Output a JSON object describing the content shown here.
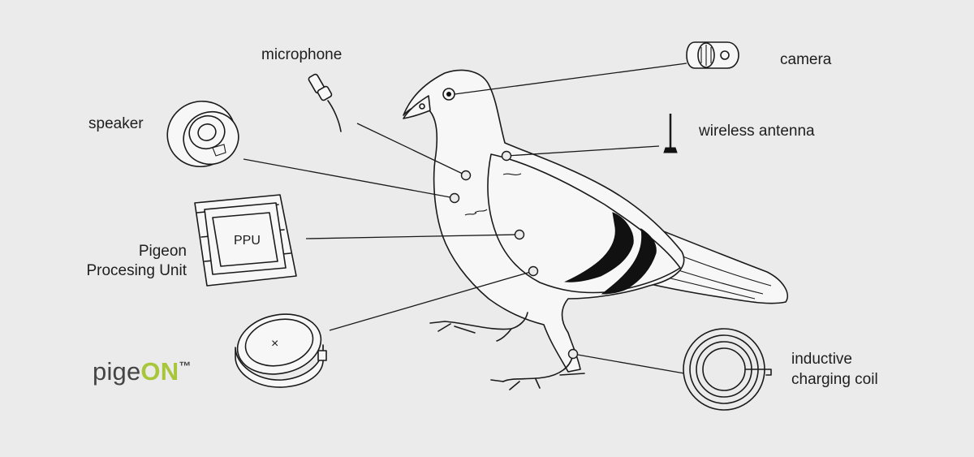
{
  "logo": {
    "prefix": "pige",
    "highlight": "ON",
    "trademark": "™"
  },
  "labels": {
    "microphone": "microphone",
    "camera": "camera",
    "speaker": "speaker",
    "wireless_antenna": "wireless antenna",
    "pigeon": "Pigeon",
    "processing_unit": "Procesing Unit",
    "inductive": "inductive",
    "charging_coil": "charging coil"
  },
  "chip_text": "PPU",
  "battery_mark": "×"
}
